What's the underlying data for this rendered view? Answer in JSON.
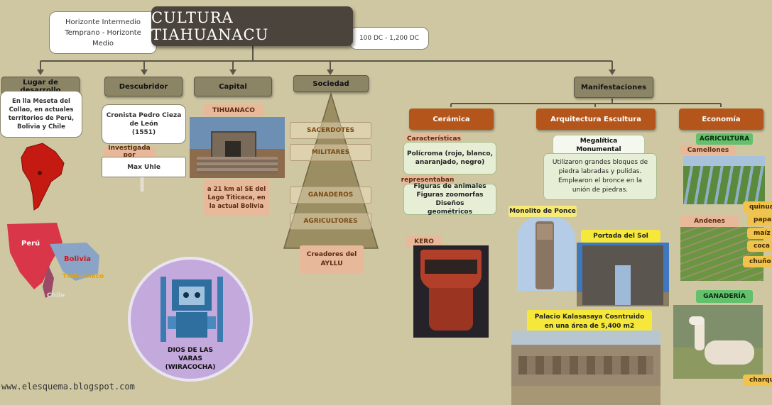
{
  "title": "CULTURA  TIAHUANACU",
  "period": "Horizonte Intermedio Temprano - Horizonte Medio",
  "dates": "100 DC - 1,200 DC",
  "branches": {
    "lugar": {
      "label": "Lugar de desarrollo",
      "text": "En lla Meseta del Collao, en actuales territorios de Perú, Bolivia y Chile",
      "map_labels": {
        "peru": "Perú",
        "bolivia": "Bolivia",
        "tiahuanaco": "Tiahuanaco",
        "chile": "Chile"
      }
    },
    "descubridor": {
      "label": "Descubridor",
      "name": "Cronista Pedro Cieza de León",
      "year": "(1551)",
      "investigada_label": "Investigada por",
      "investigador": "Max Uhle"
    },
    "capital": {
      "label": "Capital",
      "name": "TIHUANACO",
      "location": "a 21 km al SE del Lago Titicaca, en la actual Bolivia"
    },
    "sociedad": {
      "label": "Sociedad",
      "levels": [
        "SACERDOTES",
        "MILITARES",
        "GANADEROS",
        "AGRICULTORES"
      ],
      "note": "Creadores del AYLLU"
    },
    "manifestaciones": {
      "label": "Manifestaciones"
    }
  },
  "ceramica": {
    "label": "Cerámica",
    "caracteristicas_label": "Características",
    "policroma": "Polícroma (rojo, blanco, anaranjado, negro)",
    "representaban_label": "representaban",
    "figuras": "Figuras de animales Figuras zoomorfas Diseños geométricos",
    "kero_label": "KERO"
  },
  "arquitectura": {
    "label": "Arquitectura  Escultura",
    "tipo": "Megalítica Monumental",
    "descripcion": "Utilizaron grandes bloques de piedra labradas y pulidas. Emplearon el bronce en la unión de piedras.",
    "monolito": "Monolito de Ponce",
    "portada": "Portada del Sol",
    "palacio": "Palacio Kalasasaya Cosntruido en una área de 5,400 m2"
  },
  "economia": {
    "label": "Economía",
    "agricultura": "AGRICULTURA",
    "camellones": "Camellones",
    "andenes": "Andenes",
    "cultivos": [
      "quinua",
      "papa",
      "maíz",
      "coca",
      "chuño"
    ],
    "ganaderia": "GANADERÍA",
    "charqui": "charqui"
  },
  "deity": "DIOS DE LAS VARAS (WIRACOCHA)",
  "footer": "www.elesquema.blogspot.com",
  "colors": {
    "background": "#cfc7a1",
    "title_bg": "#4b443c",
    "node": "#8b8566",
    "orange_node": "#b4561b",
    "label_pink": "#e8b89a",
    "yellow": "#f5e83a",
    "green": "#63c06c"
  }
}
